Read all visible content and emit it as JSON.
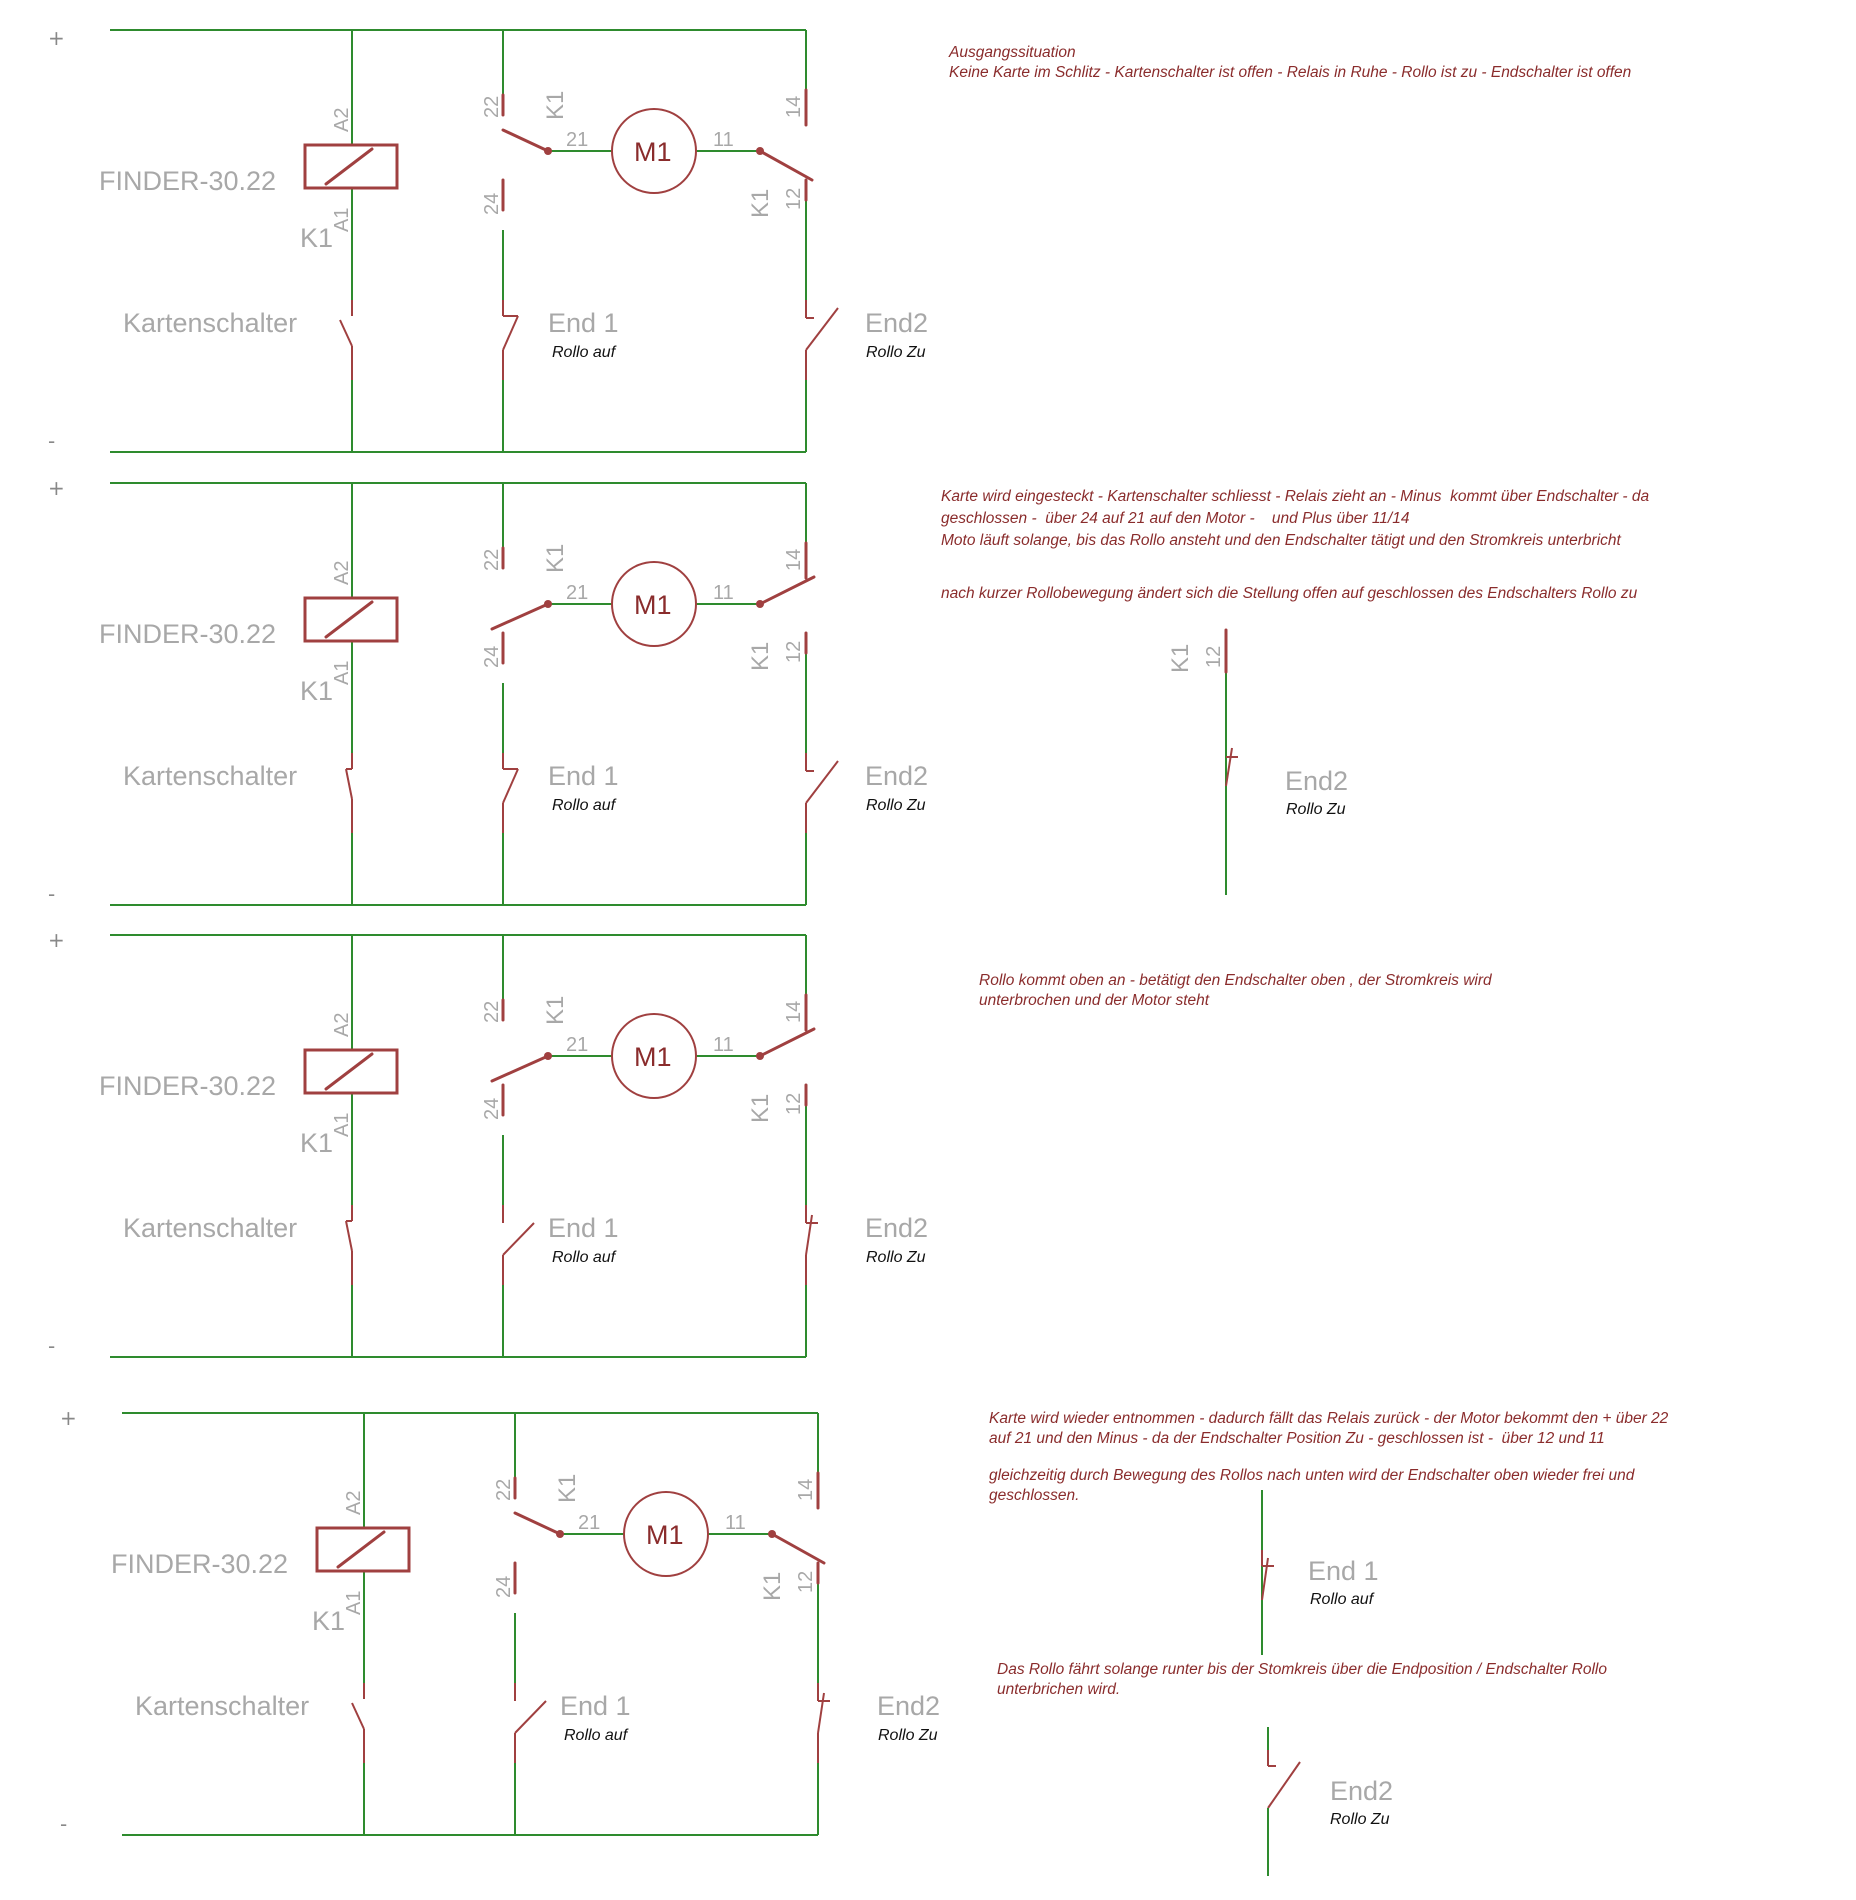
{
  "relay_model": "FINDER-30.22",
  "labels": {
    "relay": "K1",
    "coil_top": "A2",
    "coil_bottom": "A1",
    "card_switch": "Kartenschalter",
    "motor": "M1",
    "end1": "End 1",
    "end1_sub": "Rollo auf",
    "end2": "End2",
    "end2_sub": "Rollo Zu",
    "plus": "+",
    "minus": "-",
    "pin_22": "22",
    "pin_21": "21",
    "pin_24": "24",
    "pin_11": "11",
    "pin_14": "14",
    "pin_12": "12"
  },
  "notes": {
    "n1": "Ausgangssituation\nKeine Karte im Schlitz - Kartenschalter ist offen - Relais in Ruhe - Rollo ist zu - Endschalter ist offen",
    "n2a": "Karte wird eingesteckt - Kartenschalter schliesst - Relais zieht an - Minus  kommt über Endschalter - da\ngeschlossen -  über 24 auf 21 auf den Motor -    und Plus über 11/14\nMoto läuft solange, bis das Rollo ansteht und den Endschalter tätigt und den Stromkreis unterbricht",
    "n2b": "nach kurzer Rollobewegung ändert sich die Stellung offen auf geschlossen des Endschalters Rollo zu",
    "n3": "Rollo kommt oben an - betätigt den Endschalter oben , der Stromkreis wird\nunterbrochen und der Motor steht",
    "n4a": "Karte wird wieder entnommen - dadurch fällt das Relais zurück - der Motor bekommt den + über 22\nauf 21 und den Minus - da der Endschalter Position Zu - geschlossen ist -  über 12 und 11",
    "n4b": "gleichzeitig durch Bewegung des Rollos nach unten wird der Endschalter oben wieder frei und\ngeschlossen.",
    "n4c": "Das Rollo fährt solange runter bis der Stomkreis über die Endposition / Endschalter Rollo\nunterbrichen wird."
  },
  "panels": [
    {
      "id": "p1",
      "relay": "off",
      "card": "open",
      "end1": "closed",
      "end2": "open"
    },
    {
      "id": "p2",
      "relay": "on",
      "card": "closed",
      "end1": "closed",
      "end2": "open"
    },
    {
      "id": "p3",
      "relay": "on",
      "card": "closed",
      "end1": "open",
      "end2": "closed"
    },
    {
      "id": "p4",
      "relay": "off",
      "card": "open",
      "end1": "open",
      "end2": "closed"
    }
  ],
  "colors": {
    "wire": "#2e8b2e",
    "component": "#a04040",
    "note_text": "#8a2c2c",
    "label_gray": "#a8a8a8"
  }
}
